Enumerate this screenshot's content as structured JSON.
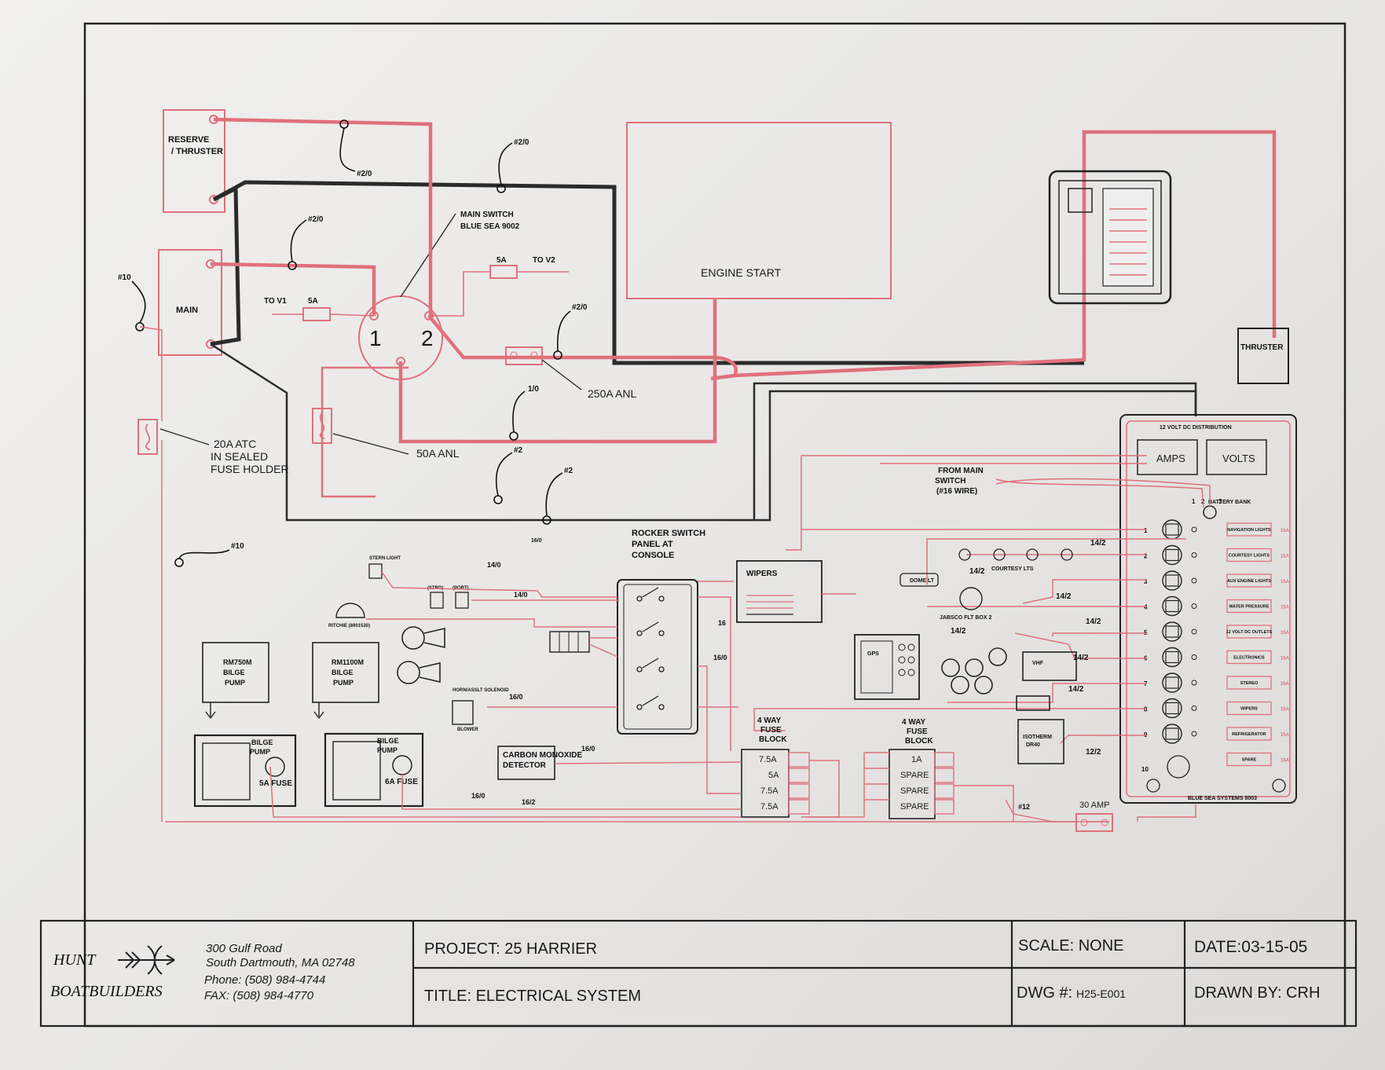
{
  "batteries": {
    "reserve_line1": "RESERVE",
    "reserve_line2": "/ THRUSTER",
    "main": "MAIN"
  },
  "main_switch": {
    "pos1": "1",
    "pos2": "2",
    "line1": "MAIN SWITCH",
    "line2": "BLUE SEA 9002"
  },
  "tags": {
    "reserve": "#2/0",
    "main": "#2/0",
    "neg": "#2/0",
    "thruster": "#2/0",
    "engine": "1/0",
    "start": "#2",
    "gnd": "#2",
    "w10a": "#10",
    "w10b": "#10",
    "bus": "16/0"
  },
  "fuses": {
    "f20_line1": "20A ATC",
    "f20_line2": "IN SEALED",
    "f20_line3": "FUSE HOLDER",
    "f50": "50A ANL",
    "f250": "250A ANL",
    "v1_rating": "5A",
    "v1_to": "TO V1",
    "v2_rating": "5A",
    "v2_to": "TO V2",
    "f30": "30 AMP"
  },
  "engine": {
    "label": "ENGINE START"
  },
  "thruster": {
    "label": "THRUSTER"
  },
  "dc_panel": {
    "title": "12 VOLT DC DISTRIBUTION",
    "amps": "AMPS",
    "volts": "VOLTS",
    "battery_bank": "BATTERY BANK",
    "pos1": "1",
    "pos2": "2",
    "pos3": "3",
    "maker": "BLUE SEA SYSTEMS 8003",
    "c10": "10",
    "circuits": [
      {
        "num": "1",
        "label": "NAVIGATION LIGHTS",
        "amp": "15A"
      },
      {
        "num": "2",
        "label": "COURTESY LIGHTS",
        "amp": "15A"
      },
      {
        "num": "3",
        "label": "AUX ENGINE LIGHTS",
        "amp": "15A"
      },
      {
        "num": "4",
        "label": "WATER PRESSURE",
        "amp": "15A"
      },
      {
        "num": "5",
        "label": "12 VOLT DC OUTLETS",
        "amp": "15A"
      },
      {
        "num": "6",
        "label": "ELECTRONICS",
        "amp": "15A"
      },
      {
        "num": "7",
        "label": "STEREO",
        "amp": "15A"
      },
      {
        "num": "8",
        "label": "WIPERS",
        "amp": "15A"
      },
      {
        "num": "9",
        "label": "REFRIGERATOR",
        "amp": "15A"
      },
      {
        "num": "",
        "label": "SPARE",
        "amp": "15A"
      }
    ]
  },
  "from_main": {
    "line1": "FROM MAIN",
    "line2": "SWITCH",
    "line3": "(#16 WIRE)"
  },
  "loads": {
    "courtesy": "COURTESY LTS",
    "dome": "DOME LT",
    "jabsco": "JABSCO FLT BOX 2",
    "gps": "GPS",
    "vhf": "VHF",
    "isotherm1": "ISOTHERM",
    "isotherm2": "DR40",
    "stern": "STERN LIGHT",
    "stbd": "(STBD)",
    "port": "(PORT)",
    "ritchie": "RITCHIE (8901530)",
    "horn_solenoid": "HORN/ASSLT SOLENOID",
    "blower": "BLOWER"
  },
  "wires": {
    "w1": "14/2",
    "w2": "14/2",
    "w3": "14/2",
    "w4": "14/2",
    "w5": "14/2",
    "w6": "14/2",
    "w7": "14/2",
    "w8": "12/2",
    "m1": "14/0",
    "m2": "14/0",
    "m3": "16/0",
    "m4": "16/0",
    "m5": "16/0",
    "m6": "16/0",
    "m7": "16/2",
    "m8": "16",
    "m9": "#12"
  },
  "rocker": {
    "line1": "ROCKER SWITCH",
    "line2": "PANEL AT",
    "line3": "CONSOLE"
  },
  "wipers": {
    "label": "WIPERS"
  },
  "bilge": {
    "rm750_1": "RM750M",
    "rm750_2": "BILGE",
    "rm750_3": "PUMP",
    "rm1100_1": "RM1100M",
    "rm1100_2": "BILGE",
    "rm1100_3": "PUMP",
    "sw1_line1": "BILGE",
    "sw1_line2": "PUMP",
    "sw1_fuse": "5A FUSE",
    "sw2_line1": "BILGE",
    "sw2_line2": "PUMP",
    "sw2_fuse": "6A FUSE"
  },
  "co": {
    "line1": "CARBON MONOXIDE",
    "line2": "DETECTOR"
  },
  "fuse_block_left": {
    "title1": "4 WAY",
    "title2": "FUSE",
    "title3": "BLOCK",
    "f1": "7.5A",
    "f2": "5A",
    "f3": "7.5A",
    "f4": "7.5A"
  },
  "fuse_block_right": {
    "title1": "4 WAY",
    "title2": "FUSE",
    "title3": "BLOCK",
    "f1": "1A",
    "f2": "SPARE",
    "f3": "SPARE",
    "f4": "SPARE"
  },
  "title_block": {
    "company1": "HUNT",
    "company2": "BOATBUILDERS",
    "addr1": "300 Gulf Road",
    "addr2": "South Dartmouth, MA  02748",
    "phone": "Phone: (508) 984-4744",
    "fax": "FAX: (508) 984-4770",
    "project": "PROJECT: 25 HARRIER",
    "title": "TITLE: ELECTRICAL SYSTEM",
    "scale": "SCALE: NONE",
    "dwg_label": "DWG #:",
    "dwg_number": "H25-E001",
    "date": "DATE:03-15-05",
    "drawn_by": "DRAWN BY: CRH"
  }
}
